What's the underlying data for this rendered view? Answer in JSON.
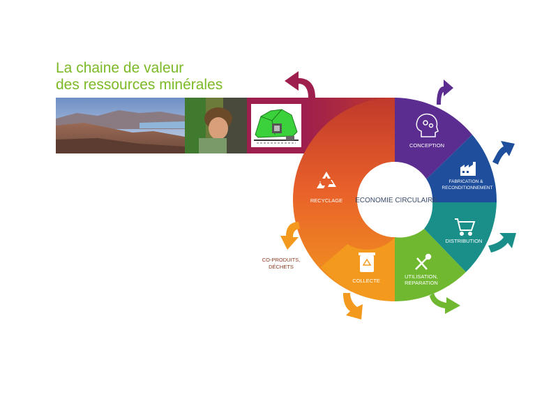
{
  "title": {
    "line1": "La chaine de valeur",
    "line2": "des ressources minérales"
  },
  "photos": [
    {
      "name": "landscape-photo"
    },
    {
      "name": "geologist-photo"
    },
    {
      "name": "mine-illustration"
    }
  ],
  "center": {
    "label": "ECONOMIE CIRCULAIRE"
  },
  "segments": [
    {
      "id": "conception",
      "label_lines": [
        "CONCEPTION"
      ],
      "color": "#5b2d90",
      "icon": "head-gears-icon"
    },
    {
      "id": "fabrication",
      "label_lines": [
        "FABRICATION &",
        "RECONDITIONNEMENT"
      ],
      "color": "#1f4f9c",
      "icon": "factory-icon"
    },
    {
      "id": "distribution",
      "label_lines": [
        "DISTRIBUTION"
      ],
      "color": "#1a8f8a",
      "icon": "shopping-cart-icon"
    },
    {
      "id": "utilisation",
      "label_lines": [
        "UTILISATION,",
        "REPARATION"
      ],
      "color": "#6fb830",
      "icon": "tools-icon"
    },
    {
      "id": "collecte",
      "label_lines": [
        "COLLECTE"
      ],
      "color": "#f39a1e",
      "icon": "recycle-bin-icon"
    },
    {
      "id": "recyclage",
      "label_lines": [
        "RECYCLAGE"
      ],
      "color": "#e0602a",
      "icon": "recycle-icon"
    }
  ],
  "side_label": {
    "lines": [
      "CO-PRODUITS,",
      "DÉCHETS"
    ]
  },
  "colors": {
    "title_green": "#7cb927",
    "extraction_magenta": "#9e1f4d",
    "arrow_purple": "#5b2d90",
    "arrow_blue": "#1f4f9c",
    "arrow_teal": "#1a8f8a",
    "arrow_green": "#6fb830",
    "arrow_orange": "#f39a1e",
    "arrow_magenta": "#9e1f4d"
  }
}
